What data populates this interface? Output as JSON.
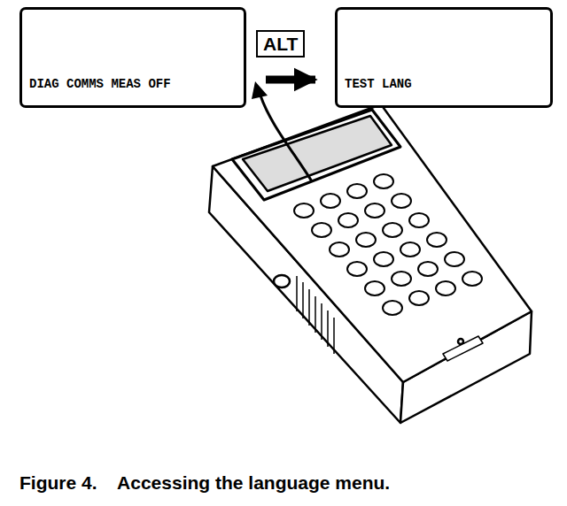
{
  "diagram": {
    "caption": "Figure 4.    Accessing the language menu.",
    "nodes": [
      {
        "text": [
          "DIAG COMMS MEAS OFF"
        ]
      },
      {
        "text": [
          "TEST LANG"
        ]
      }
    ],
    "edges": [
      {
        "from": 0,
        "to": 1,
        "arrow": "to"
      }
    ],
    "labels": [
      "ALT"
    ]
  }
}
